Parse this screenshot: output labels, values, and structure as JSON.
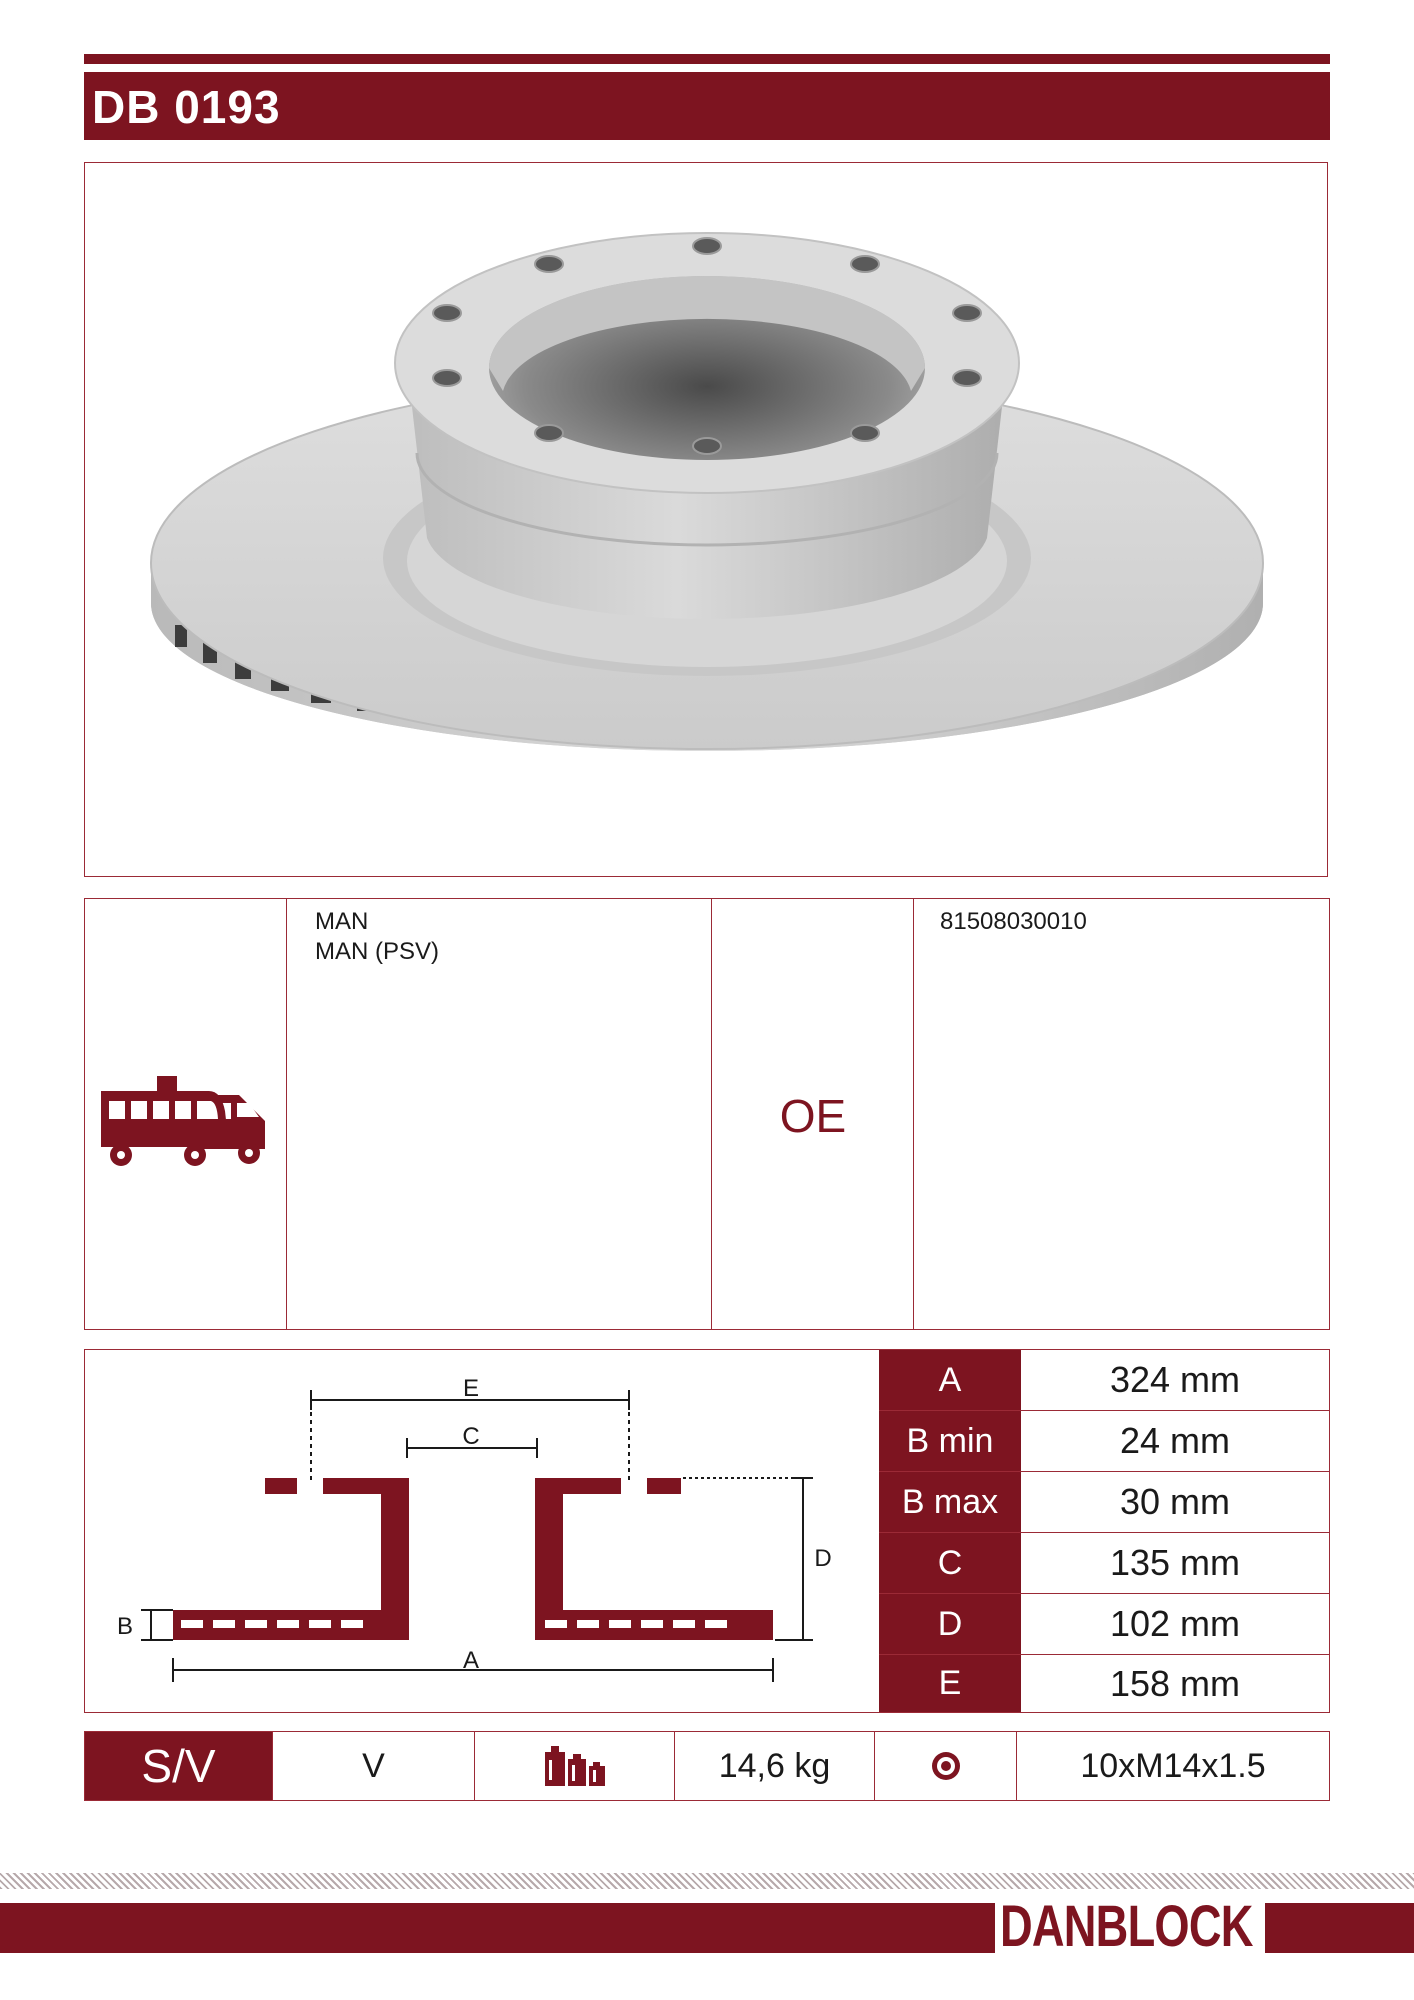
{
  "header": {
    "title": "DB 0193"
  },
  "application": {
    "vehicle_icon": "bus-truck-icon",
    "makes": [
      "MAN",
      "MAN (PSV)"
    ],
    "oe_label": "OE",
    "oe_numbers": [
      "81508030010"
    ]
  },
  "diagram": {
    "labels": {
      "a": "A",
      "b": "B",
      "c": "C",
      "d": "D",
      "e": "E"
    }
  },
  "dimensions": [
    {
      "label": "A",
      "value": "324 mm"
    },
    {
      "label": "B min",
      "value": "24 mm"
    },
    {
      "label": "B max",
      "value": "30 mm"
    },
    {
      "label": "C",
      "value": "135 mm"
    },
    {
      "label": "D",
      "value": "102 mm"
    },
    {
      "label": "E",
      "value": "158 mm"
    }
  ],
  "specs": {
    "type_label": "S/V",
    "type_value": "V",
    "weight_icon": "weights-icon",
    "weight": "14,6 kg",
    "bolt_icon": "bolt-hole-icon",
    "bolt_pattern": "10xM14x1.5"
  },
  "footer": {
    "brand": "DANBLOCK"
  },
  "colors": {
    "brand": "#7d1420",
    "disc": "#d2d2d2"
  }
}
